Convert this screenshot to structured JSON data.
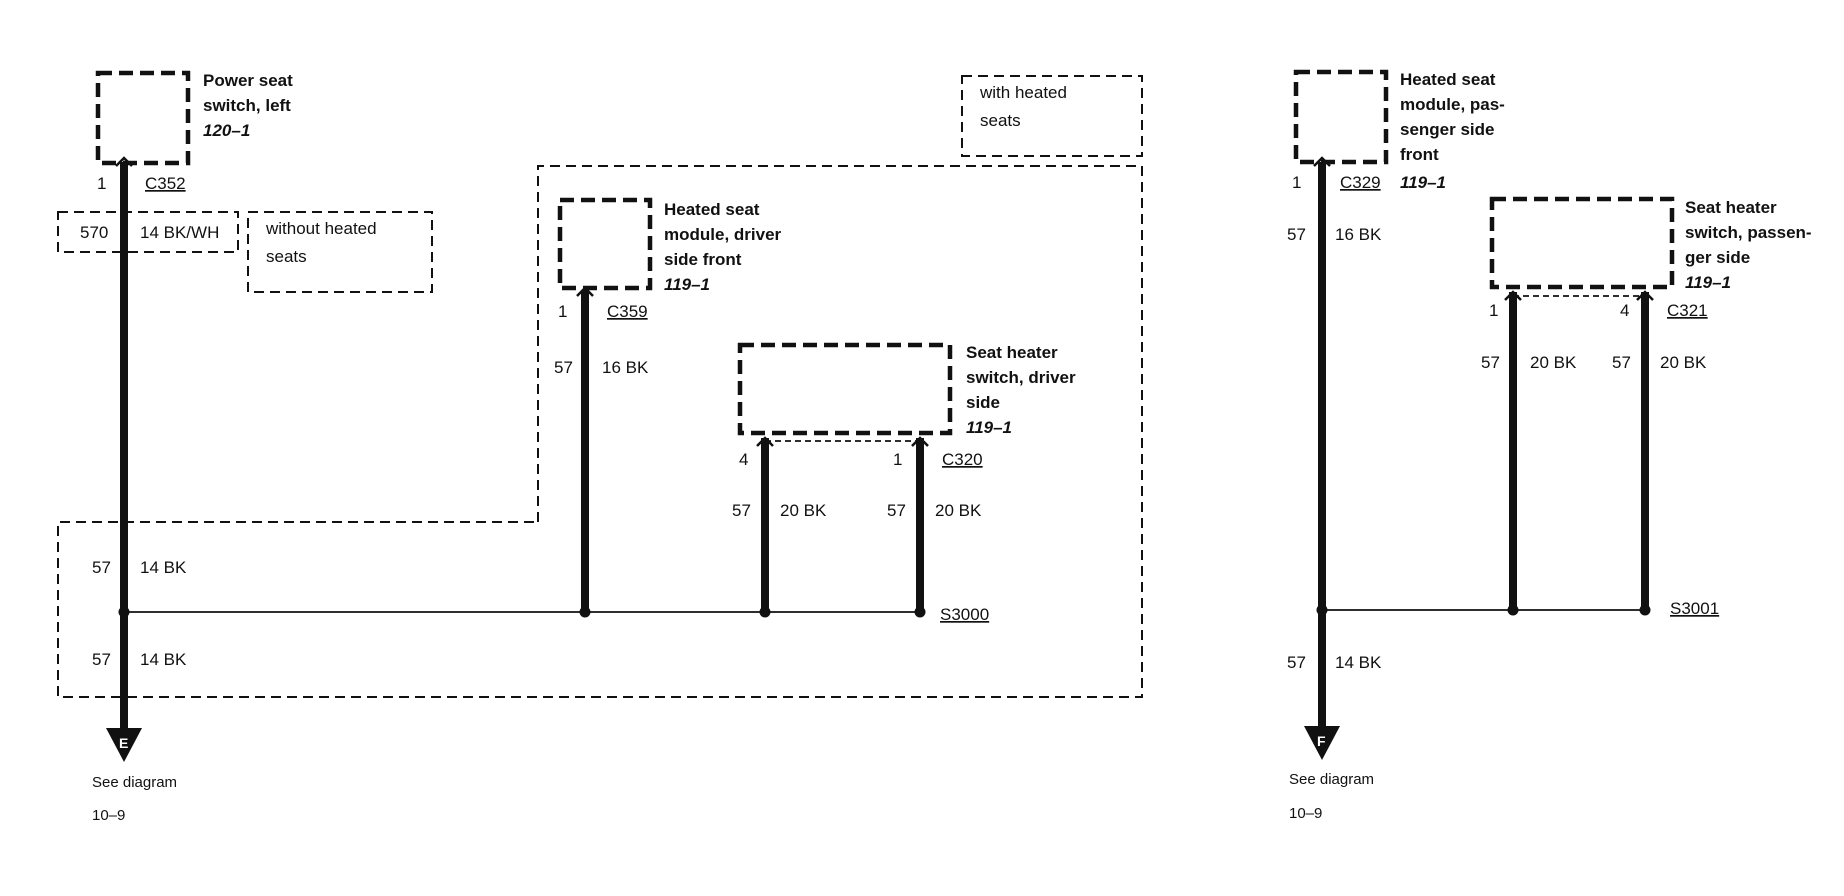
{
  "left": {
    "power_seat_switch": {
      "line1": "Power seat",
      "line2": "switch, left",
      "ref": "120–1",
      "pin": "1",
      "connector": "C352"
    },
    "without_heated": {
      "circuit": "570",
      "wire": "14 BK/WH",
      "note_line1": "without heated",
      "note_line2": "seats"
    },
    "with_heated": {
      "note_line1": "with heated",
      "note_line2": "seats"
    },
    "heated_module_driver": {
      "line1": "Heated seat",
      "line2": "module, driver",
      "line3": "side front",
      "ref": "119–1",
      "pin": "1",
      "connector": "C359",
      "circuit": "57",
      "wire": "16 BK"
    },
    "heater_switch_driver": {
      "line1": "Seat heater",
      "line2": "switch, driver",
      "line3": "side",
      "ref": "119–1",
      "pin_a": "4",
      "pin_b": "1",
      "connector": "C320",
      "circuit_a": "57",
      "wire_a": "20 BK",
      "circuit_b": "57",
      "wire_b": "20 BK"
    },
    "main_wire_upper": {
      "circuit": "57",
      "wire": "14 BK"
    },
    "main_wire_lower": {
      "circuit": "57",
      "wire": "14 BK"
    },
    "splice": "S3000",
    "arrow_letter": "E",
    "see_line1": "See diagram",
    "see_line2": "10–9"
  },
  "right": {
    "heated_module_pass": {
      "line1": "Heated seat",
      "line2": "module, pas-",
      "line3": "senger side",
      "line4": "front",
      "ref": "119–1",
      "pin": "1",
      "connector": "C329",
      "circuit": "57",
      "wire": "16 BK"
    },
    "heater_switch_pass": {
      "line1": "Seat heater",
      "line2": "switch, passen-",
      "line3": "ger side",
      "ref": "119–1",
      "pin_a": "1",
      "pin_b": "4",
      "connector": "C321",
      "circuit_a": "57",
      "wire_a": "20 BK",
      "circuit_b": "57",
      "wire_b": "20 BK"
    },
    "lower_wire": {
      "circuit": "57",
      "wire": "14 BK"
    },
    "splice": "S3001",
    "arrow_letter": "F",
    "see_line1": "See diagram",
    "see_line2": "10–9"
  }
}
